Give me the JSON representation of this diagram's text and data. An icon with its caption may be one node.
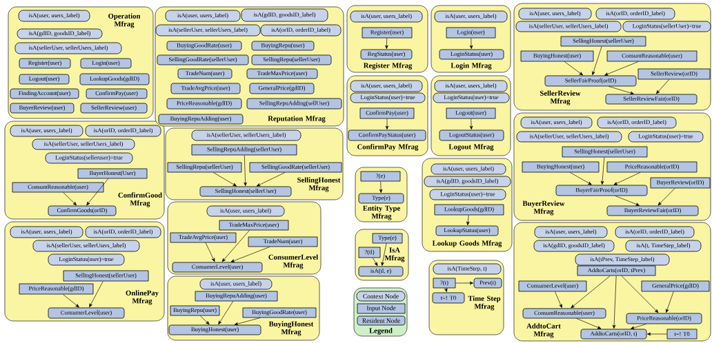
{
  "diagram": {
    "nodes": [
      {
        "text": [
          "Operation Mfrag"
        ]
      },
      {
        "text": [
          "isA(user, users_label)"
        ],
        "in": 0
      },
      {
        "text": [
          "isA(gdID, goodsID_label)"
        ],
        "in": 0
      },
      {
        "text": [
          "isA(sellerUser, sellerUsers_label)"
        ],
        "in": 0
      },
      {
        "text": [
          "Register(user)"
        ],
        "in": 0
      },
      {
        "text": [
          "Login(user)"
        ],
        "in": 0
      },
      {
        "text": [
          "Logout(user)"
        ],
        "in": 0
      },
      {
        "text": [
          "LookupGoods(gdID)"
        ],
        "in": 0
      },
      {
        "text": [
          "FindingAccount(user)"
        ],
        "in": 0
      },
      {
        "text": [
          "ConfirmPay(user)"
        ],
        "in": 0
      },
      {
        "text": [
          "BuyerReview(user)"
        ],
        "in": 0
      },
      {
        "text": [
          "SellerReview(user)"
        ],
        "in": 0
      },
      {
        "text": [
          "ConfirmGood Mfrag"
        ]
      },
      {
        "text": [
          "isA(user, users_label)"
        ],
        "in": 12
      },
      {
        "text": [
          "isA(orID, orderID_label)"
        ],
        "in": 12
      },
      {
        "text": [
          "isA(sellerUser, sellerUsers_label)"
        ],
        "in": 12
      },
      {
        "text": [
          "LoginStatus(selleruser)=true"
        ],
        "in": 12
      },
      {
        "text": [
          "BuyerHonest(User)"
        ],
        "in": 12
      },
      {
        "text": [
          "ConsumReasonable(user)"
        ],
        "in": 12
      },
      {
        "text": [
          "ConfirmGoods(orID)"
        ],
        "in": 12
      },
      {
        "text": [
          "OnlinePay Mfrag"
        ]
      },
      {
        "text": [
          "isA(user, users_label)"
        ],
        "in": 20
      },
      {
        "text": [
          "isA(orID, orderID_label)"
        ],
        "in": 20
      },
      {
        "text": [
          "isA(sellerUser, sellerUsers_label)"
        ],
        "in": 20
      },
      {
        "text": [
          "LoginStatus(user)=true"
        ],
        "in": 20
      },
      {
        "text": [
          "SellingHonest(sellerUser)"
        ],
        "in": 20
      },
      {
        "text": [
          "PriceReasonable(gdID)"
        ],
        "in": 20
      },
      {
        "text": [
          "ConsumerLevel(user)"
        ],
        "in": 20
      },
      {
        "text": [
          "Reputation Mfrag"
        ]
      },
      {
        "text": [
          "isA(user, users_label)"
        ],
        "in": 28
      },
      {
        "text": [
          "isA(gdID, goodsID_label)"
        ],
        "in": 28
      },
      {
        "text": [
          "isA(sellerUser, sellerUsers_label)"
        ],
        "in": 28
      },
      {
        "text": [
          "isA(orID, orderID_label)"
        ],
        "in": 28
      },
      {
        "text": [
          "BuyingGoodRate(user)"
        ],
        "in": 28
      },
      {
        "text": [
          "BuyingRepu(user)"
        ],
        "in": 28
      },
      {
        "text": [
          "SellingGoodRate(sellerUser)"
        ],
        "in": 28
      },
      {
        "text": [
          "SellingRepu(sellerUser)"
        ],
        "in": 28
      },
      {
        "text": [
          "TradeNum(user)"
        ],
        "in": 28
      },
      {
        "text": [
          "TradeMaxPrice(user)"
        ],
        "in": 28
      },
      {
        "text": [
          "TradeAvgPrice(user)"
        ],
        "in": 28
      },
      {
        "text": [
          "GeneralPrice(gdID)"
        ],
        "in": 28
      },
      {
        "text": [
          "PriceReasonable(gdID)"
        ],
        "in": 28
      },
      {
        "text": [
          "SellingRepuAdding(sellUser)"
        ],
        "in": 28
      },
      {
        "text": [
          "BuyingRepuAdding(user)"
        ],
        "in": 28
      },
      {
        "text": [
          "SellingHonest Mfrag"
        ]
      },
      {
        "text": [
          "isA(sellerUser, sellerUsers_label)"
        ],
        "in": 44
      },
      {
        "text": [
          "SellingRepuAdding(sellerUser)"
        ],
        "in": 44
      },
      {
        "text": [
          "SellingRepu(sellerUser)"
        ],
        "in": 44
      },
      {
        "text": [
          "SellingGoodRate(sellerUser)"
        ],
        "in": 44
      },
      {
        "text": [
          "SellingHonest(sellerUser)"
        ],
        "in": 44
      },
      {
        "text": [
          "ConsumerLevel Mfrag"
        ]
      },
      {
        "text": [
          "isA(user, users_label)"
        ],
        "in": 50
      },
      {
        "text": [
          "TradeMaxPrice(user)"
        ],
        "in": 50
      },
      {
        "text": [
          "TradeAvgPrice(user)"
        ],
        "in": 50
      },
      {
        "text": [
          "TradeNum(user)"
        ],
        "in": 50
      },
      {
        "text": [
          "ConsumerLevel(user)"
        ],
        "in": 50
      },
      {
        "text": [
          "BuyingHonest Mfrag"
        ]
      },
      {
        "text": [
          "isA(user, users_label)"
        ],
        "in": 56
      },
      {
        "text": [
          "BuyingRepuAdding(user)"
        ],
        "in": 56
      },
      {
        "text": [
          "BuyingRepu(user)"
        ],
        "in": 56
      },
      {
        "text": [
          "BuyingGoodRate(user)"
        ],
        "in": 56
      },
      {
        "text": [
          "BuyingHonest(user)"
        ],
        "in": 56
      },
      {
        "text": [
          "Register Mfrag"
        ]
      },
      {
        "text": [
          "isA(user, users_label)"
        ],
        "in": 62
      },
      {
        "text": [
          "Register(user)"
        ],
        "in": 62
      },
      {
        "text": [
          "RegStatus(user)"
        ],
        "in": 62
      },
      {
        "text": [
          "ConfirmPay Mfrag"
        ]
      },
      {
        "text": [
          "isA(user, users_label)"
        ],
        "in": 66
      },
      {
        "text": [
          "LoginStatus(user)=true"
        ],
        "in": 66
      },
      {
        "text": [
          "ConfirmPay(user)"
        ],
        "in": 66
      },
      {
        "text": [
          "ConfirmPayStatus(user)"
        ],
        "in": 66
      },
      {
        "text": [
          "Entity Type Mfrag"
        ]
      },
      {
        "text": [
          "?(e)"
        ],
        "in": 71
      },
      {
        "text": [
          "Type(e)"
        ],
        "in": 71
      },
      {
        "text": [
          "IsA Mfrag"
        ]
      },
      {
        "text": [
          "Type(e)"
        ],
        "in": 74
      },
      {
        "text": [
          "?(tl)"
        ],
        "in": 74
      },
      {
        "text": [
          "isA(tl, e)"
        ],
        "in": 74
      },
      {
        "text": [
          "Login Mfrag"
        ]
      },
      {
        "text": [
          "isA(user, users_label)"
        ],
        "in": 78
      },
      {
        "text": [
          "Login(user)"
        ],
        "in": 78
      },
      {
        "text": [
          "LoginStatus(user)"
        ],
        "in": 78
      },
      {
        "text": [
          "Logout Mfrag"
        ]
      },
      {
        "text": [
          "isA(user, users_label)"
        ],
        "in": 82
      },
      {
        "text": [
          "LoginStatus(user)=true"
        ],
        "in": 82
      },
      {
        "text": [
          "Logout(user)"
        ],
        "in": 82
      },
      {
        "text": [
          "LogoutStatus(user)"
        ],
        "in": 82
      },
      {
        "text": [
          "Lookup Goods Mfrag"
        ]
      },
      {
        "text": [
          "isA(user, users_label)"
        ],
        "in": 87
      },
      {
        "text": [
          "isA(gdID, goodsID_label)"
        ],
        "in": 87
      },
      {
        "text": [
          "LoginStatus(user)=true"
        ],
        "in": 87
      },
      {
        "text": [
          "LookupGoods(gdID)"
        ],
        "in": 87
      },
      {
        "text": [
          "LookupStatus(user)"
        ],
        "in": 87
      },
      {
        "text": [
          "Time Step Mfrag"
        ]
      },
      {
        "text": [
          "isA(TimeStep, t)"
        ],
        "in": 93
      },
      {
        "text": [
          "?(t)"
        ],
        "in": 93
      },
      {
        "text": [
          "Prev(t)"
        ],
        "in": 93
      },
      {
        "text": [
          "t=! T0"
        ],
        "in": 93
      },
      {
        "text": [
          "SellerReview Mfrag"
        ]
      },
      {
        "text": [
          "isA(user, users_label)"
        ],
        "in": 98
      },
      {
        "text": [
          "isA(orID, orderID_label)"
        ],
        "in": 98
      },
      {
        "text": [
          "isA(sellerUser, sellerUsers_label)"
        ],
        "in": 98
      },
      {
        "text": [
          "LoginStatus(sellerUser)=true"
        ],
        "in": 98
      },
      {
        "text": [
          "SellingHonest(sellerUser)"
        ],
        "in": 98
      },
      {
        "text": [
          "BuyingHonest(user)"
        ],
        "in": 98
      },
      {
        "text": [
          "ConsumReasonable(user)"
        ],
        "in": 98
      },
      {
        "text": [
          "SellerFairProof(orID)"
        ],
        "in": 98
      },
      {
        "text": [
          "SellerReview(orID)"
        ],
        "in": 98
      },
      {
        "text": [
          "SellerReviewFair(orID)"
        ],
        "in": 98
      },
      {
        "text": [
          "BuyerReview Mfrag"
        ]
      },
      {
        "text": [
          "isA(user, users_label)"
        ],
        "in": 109
      },
      {
        "text": [
          "isA(orID, orderID_label)"
        ],
        "in": 109
      },
      {
        "text": [
          "isA(sellerUser, sellerUsers_label)"
        ],
        "in": 109
      },
      {
        "text": [
          "LoginStatus(user)=true"
        ],
        "in": 109
      },
      {
        "text": [
          "SellingHonest(sellerUser)"
        ],
        "in": 109
      },
      {
        "text": [
          "BuyingHonest(user)"
        ],
        "in": 109
      },
      {
        "text": [
          "PriceReasonable(orID)"
        ],
        "in": 109
      },
      {
        "text": [
          "BuyerFairProof(orID)"
        ],
        "in": 109
      },
      {
        "text": [
          "BuyerReview(orID)"
        ],
        "in": 109
      },
      {
        "text": [
          "BuyerReviewFair(orID)"
        ],
        "in": 109
      },
      {
        "text": [
          "AddtoCart Mfrag"
        ]
      },
      {
        "text": [
          "isA(user, users_label)"
        ],
        "in": 120
      },
      {
        "text": [
          "isA(orID, orderID_label)"
        ],
        "in": 120
      },
      {
        "text": [
          "isA(gdID, goodsID_label)"
        ],
        "in": 120
      },
      {
        "text": [
          "isA(t, TimeStep_label)"
        ],
        "in": 120
      },
      {
        "text": [
          "isA(tPrev, TimeStep_label)"
        ],
        "in": 120
      },
      {
        "text": [
          "AddtoCarts(orID, tPrev)"
        ],
        "in": 120
      },
      {
        "text": [
          "ConsumerLevel(user)"
        ],
        "in": 120
      },
      {
        "text": [
          "GeneralPrice(gdID)"
        ],
        "in": 120
      },
      {
        "text": [
          "ConsumReasonable(user)"
        ],
        "in": 120
      },
      {
        "text": [
          "PriceReasonable(orID)"
        ],
        "in": 120
      },
      {
        "text": [
          "AddtoCarts(orID, t)"
        ],
        "in": 120
      },
      {
        "text": [
          "t=! T0"
        ],
        "in": 120
      }
    ],
    "edges": [
      {
        "from": 18,
        "to": 19,
        "arrow": "to"
      },
      {
        "from": 17,
        "to": 19,
        "arrow": "to"
      },
      {
        "from": 26,
        "to": 27,
        "arrow": "to"
      },
      {
        "from": 25,
        "to": 27,
        "arrow": "to"
      },
      {
        "from": 46,
        "to": 49,
        "arrow": "to"
      },
      {
        "from": 47,
        "to": 49,
        "arrow": "to"
      },
      {
        "from": 48,
        "to": 49,
        "arrow": "to"
      },
      {
        "from": 53,
        "to": 55,
        "arrow": "to"
      },
      {
        "from": 52,
        "to": 55,
        "arrow": "to"
      },
      {
        "from": 54,
        "to": 55,
        "arrow": "to"
      },
      {
        "from": 58,
        "to": 61,
        "arrow": "to"
      },
      {
        "from": 59,
        "to": 61,
        "arrow": "to"
      },
      {
        "from": 60,
        "to": 61,
        "arrow": "to"
      },
      {
        "from": 64,
        "to": 65,
        "arrow": "to"
      },
      {
        "from": 69,
        "to": 70,
        "arrow": "to"
      },
      {
        "from": 72,
        "to": 73,
        "arrow": "to"
      },
      {
        "from": 76,
        "to": 77,
        "arrow": "to"
      },
      {
        "from": 75,
        "to": 77,
        "arrow": "to"
      },
      {
        "from": 80,
        "to": 81,
        "arrow": "to"
      },
      {
        "from": 85,
        "to": 86,
        "arrow": "to"
      },
      {
        "from": 91,
        "to": 92,
        "arrow": "to"
      },
      {
        "from": 95,
        "to": 96,
        "arrow": "to"
      },
      {
        "from": 95,
        "to": 97,
        "arrow": "to"
      },
      {
        "from": 103,
        "to": 106,
        "arrow": "to"
      },
      {
        "from": 104,
        "to": 106,
        "arrow": "to"
      },
      {
        "from": 105,
        "to": 106,
        "arrow": "to"
      },
      {
        "from": 106,
        "to": 108,
        "arrow": "to"
      },
      {
        "from": 107,
        "to": 108,
        "arrow": "to"
      },
      {
        "from": 114,
        "to": 117,
        "arrow": "to"
      },
      {
        "from": 115,
        "to": 117,
        "arrow": "to"
      },
      {
        "from": 116,
        "to": 117,
        "arrow": "to"
      },
      {
        "from": 117,
        "to": 119,
        "arrow": "to"
      },
      {
        "from": 118,
        "to": 119,
        "arrow": "to"
      },
      {
        "from": 127,
        "to": 129,
        "arrow": "to"
      },
      {
        "from": 126,
        "to": 129,
        "arrow": "to"
      },
      {
        "from": 126,
        "to": 130,
        "arrow": "to"
      },
      {
        "from": 128,
        "to": 130,
        "arrow": "to"
      },
      {
        "from": 126,
        "to": 131,
        "arrow": "to"
      },
      {
        "from": 129,
        "to": 131,
        "arrow": "to"
      },
      {
        "from": 130,
        "to": 131,
        "arrow": "to"
      },
      {
        "from": 132,
        "to": 131,
        "arrow": "to"
      }
    ],
    "labels": [
      "Legend"
    ],
    "legend": [
      {
        "text": "Context Node"
      },
      {
        "text": "Input Node"
      },
      {
        "text": "Resident Node"
      }
    ]
  }
}
